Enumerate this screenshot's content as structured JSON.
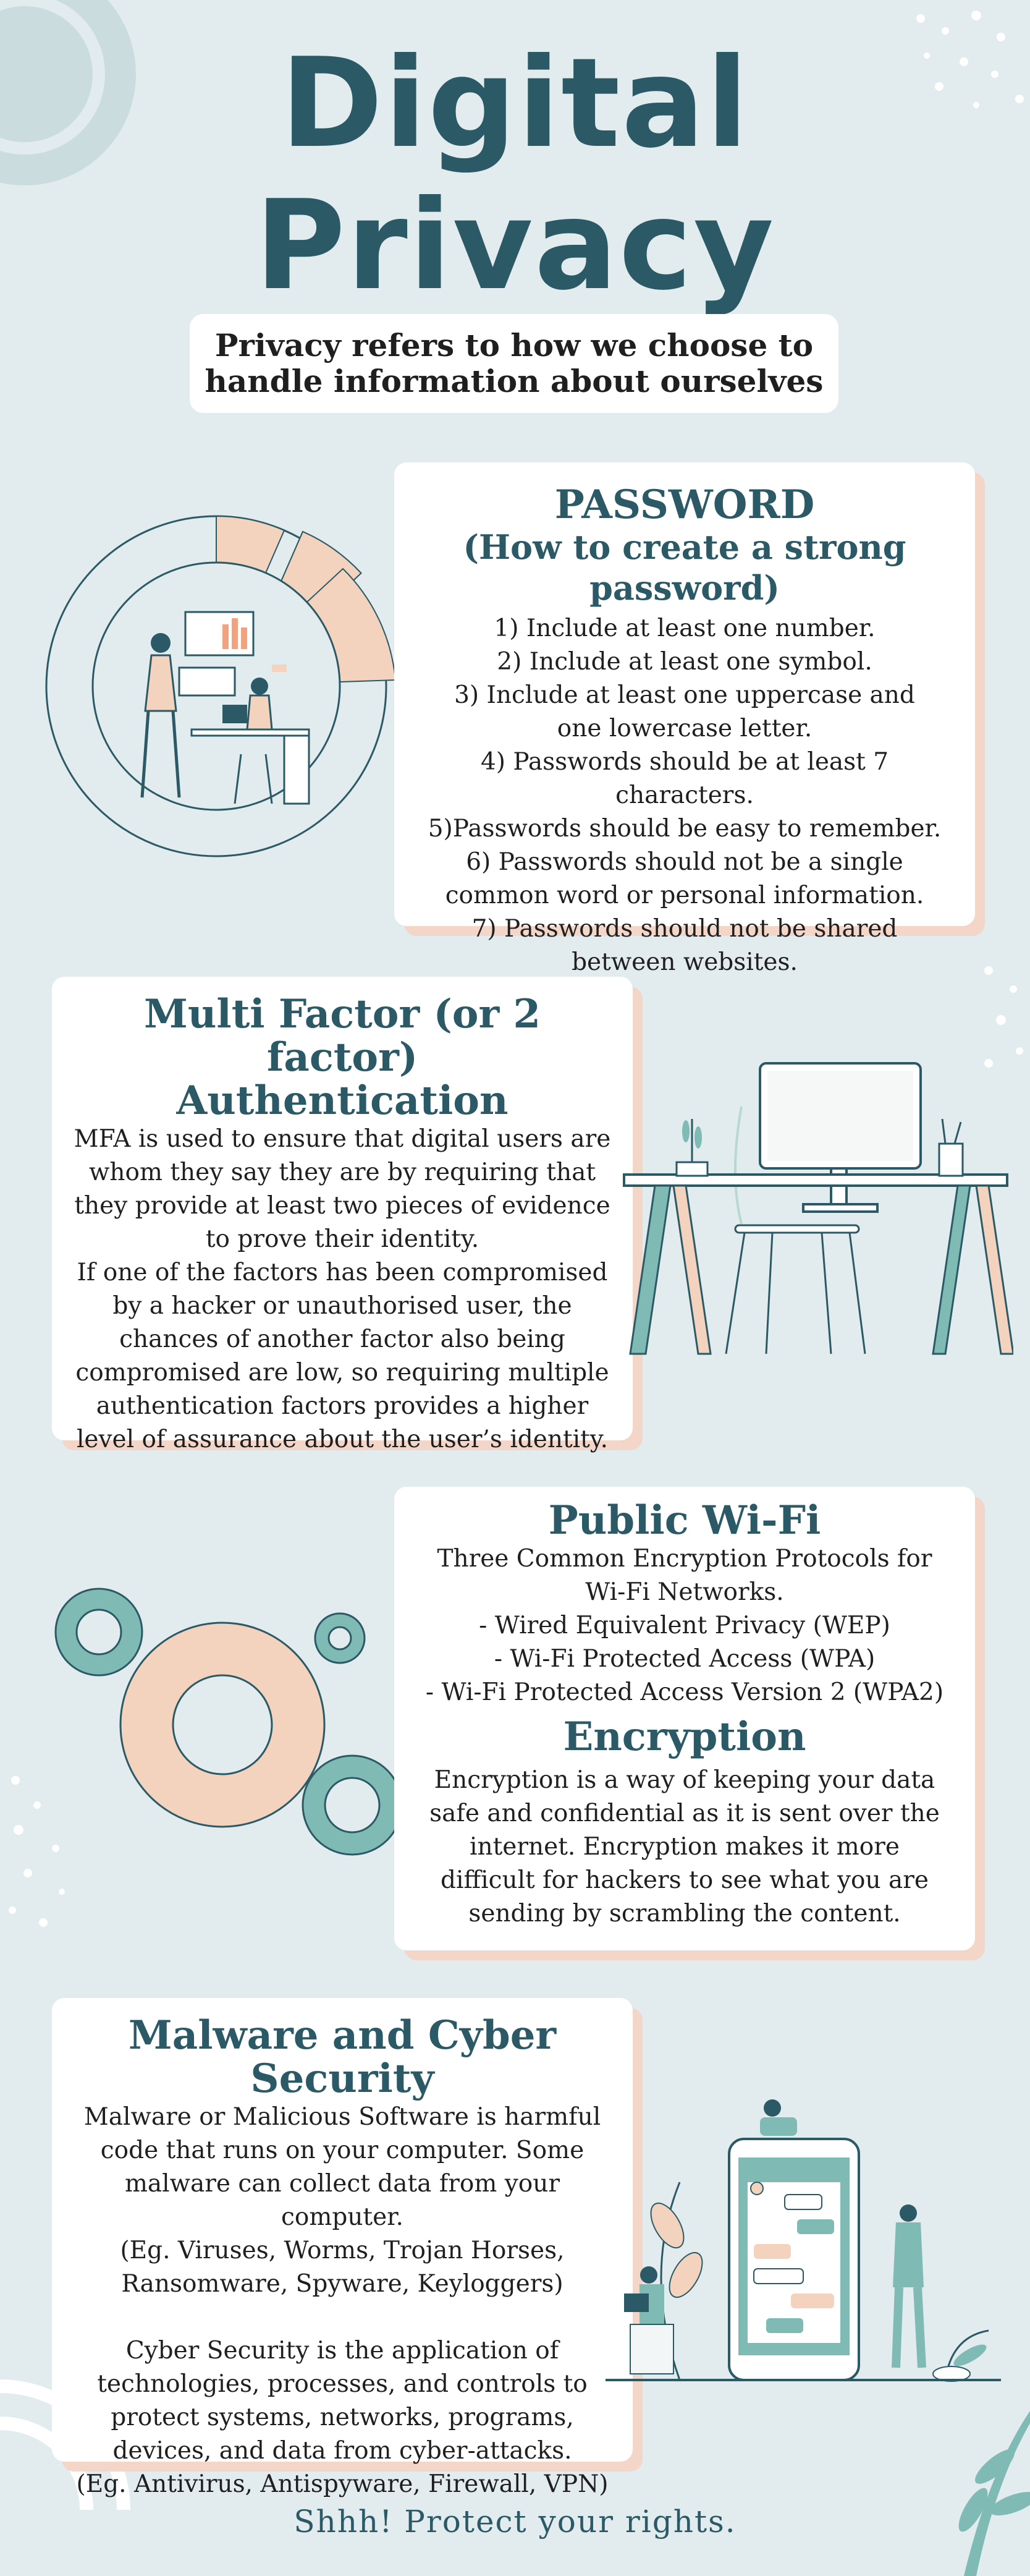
{
  "title": {
    "line1": "Digital",
    "line2": "Privacy"
  },
  "subtitle": "Privacy refers to how we choose to handle information about ourselves",
  "password": {
    "heading": "PASSWORD",
    "subheading": "(How to create a strong password)",
    "rules": [
      "1) Include at least one number.",
      "2) Include at least one symbol.",
      "3) Include at least one uppercase and one lowercase letter.",
      "4) Passwords should be at least 7 characters.",
      "5)Passwords should be easy to remember.",
      "6) Passwords should not be a single common word or personal information.",
      "7) Passwords should not be shared between websites."
    ]
  },
  "mfa": {
    "heading": "Multi Factor (or 2 factor) Authentication",
    "body": "MFA is used to ensure that digital users are whom they say they are by requiring that they provide at least two pieces of evidence to prove their identity.\nIf one of the factors has been compromised by a hacker or unauthorised user, the chances of another factor also being compromised are low, so requiring multiple authentication factors provides a higher level of assurance about the user’s identity."
  },
  "wifi": {
    "heading": "Public Wi-Fi",
    "intro": "Three Common Encryption Protocols for Wi-Fi Networks.",
    "protocols": [
      "-  Wired Equivalent Privacy (WEP)",
      "-  Wi-Fi Protected Access (WPA)",
      "-  Wi-Fi Protected Access Version 2 (WPA2)"
    ],
    "encryption_heading": "Encryption",
    "encryption_body": "Encryption is a way of keeping your data safe and confidential as it is sent over the internet. Encryption makes it more difficult for hackers to see what you are sending by scrambling the content."
  },
  "malware": {
    "heading": "Malware and Cyber Security",
    "body1": "Malware or Malicious Software is harmful code that runs on your computer. Some malware can collect data from your computer.\n(Eg. Viruses, Worms, Trojan Horses, Ransomware, Spyware, Keyloggers)",
    "body2": "Cyber Security is the application of technologies, processes, and controls to protect systems, networks, programs, devices, and data from cyber-attacks.\n(Eg. Antivirus, Antispyware, Firewall, VPN)"
  },
  "footer": "Shhh! Protect your rights.",
  "colors": {
    "background": "#e2ebed",
    "heading": "#2b5a66",
    "peach": "#f3d3bd",
    "teal": "#7fbab4"
  }
}
